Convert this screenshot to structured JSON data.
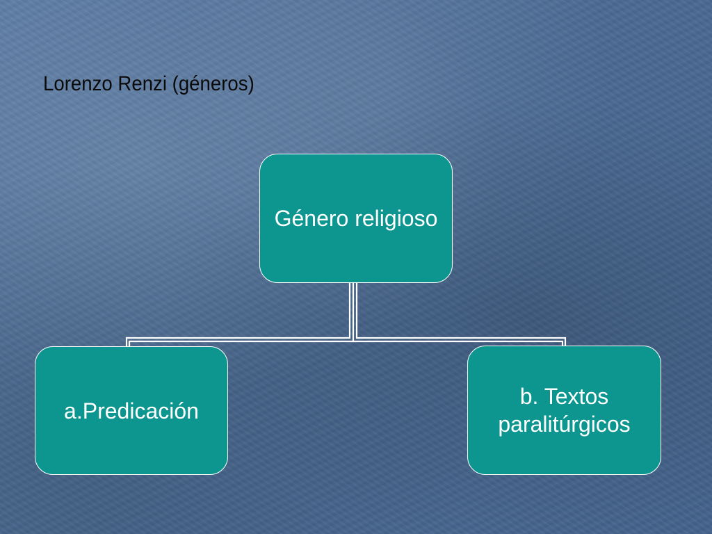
{
  "slide": {
    "title": "Lorenzo Renzi (géneros)"
  },
  "diagram": {
    "root": {
      "label": "Género religioso"
    },
    "children": [
      {
        "line1": "a.Predicación",
        "line2": ""
      },
      {
        "line1": "b. Textos",
        "line2": "paralitúrgicos"
      }
    ]
  },
  "colors": {
    "background": "#4f6f97",
    "node_fill": "#0d9690",
    "node_border": "#ffffff",
    "node_text": "#ffffff",
    "connector": "#ffffff",
    "title_text": "#0a0a0a"
  }
}
